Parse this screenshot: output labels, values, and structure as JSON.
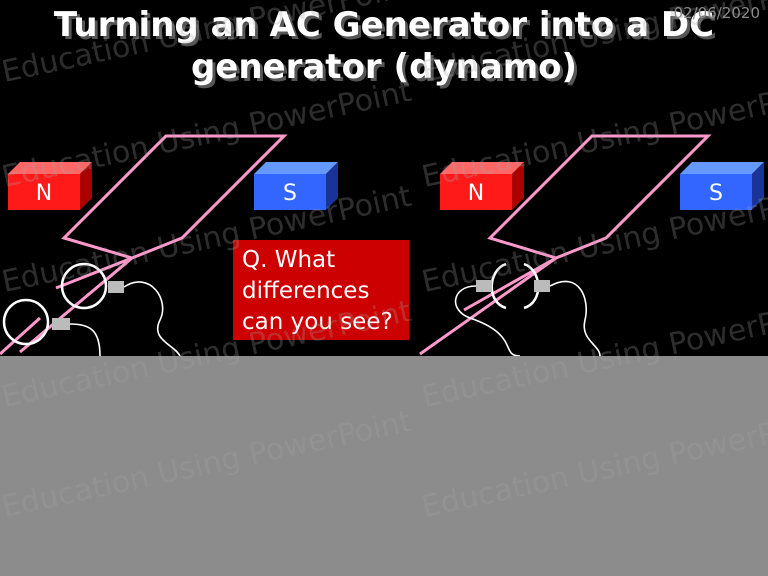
{
  "title_line1": "Turning an AC Generator into a DC",
  "title_line2": "generator (dynamo)",
  "date": "02/06/2020",
  "question": [
    "Q. What",
    "differences",
    "can you see?"
  ],
  "left_generator": {
    "north_label": "N",
    "south_label": "S"
  },
  "right_generator": {
    "north_label": "N",
    "south_label": "S"
  },
  "watermark": "Education Using PowerPoint",
  "colors": {
    "north": "#ff1a1a",
    "south": "#3366ff",
    "coil": "#ff99cc",
    "question_bg": "#cc0000"
  }
}
